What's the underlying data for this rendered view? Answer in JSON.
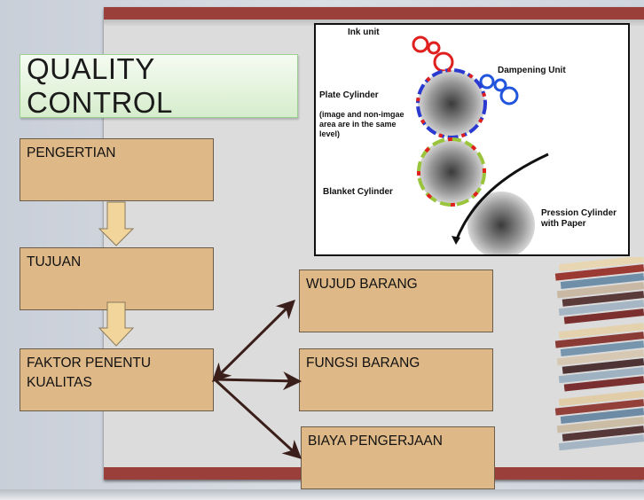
{
  "title": "QUALITY CONTROL",
  "boxes": {
    "pengertian": "PENGERTIAN",
    "tujuan": "TUJUAN",
    "faktor": "FAKTOR PENENTU KUALITAS",
    "wujud": "WUJUD BARANG",
    "fungsi": "FUNGSI BARANG",
    "biaya": "BIAYA PENGERJAAN"
  },
  "printing_diagram": {
    "ink_unit": "Ink unit",
    "dampening_unit": "Dampening Unit",
    "plate_cylinder": "Plate Cylinder",
    "plate_note": "(image and non-imgae area are in the same level)",
    "blanket_cylinder": "Blanket Cylinder",
    "pression_cylinder": "Pression Cylinder with Paper"
  },
  "colors": {
    "frame": "#9b3f3b",
    "box_fill": "#deb887",
    "title_fill": "#d6edcc",
    "arrow_fill": "#f2d59a",
    "connector": "#3a1e1a"
  }
}
